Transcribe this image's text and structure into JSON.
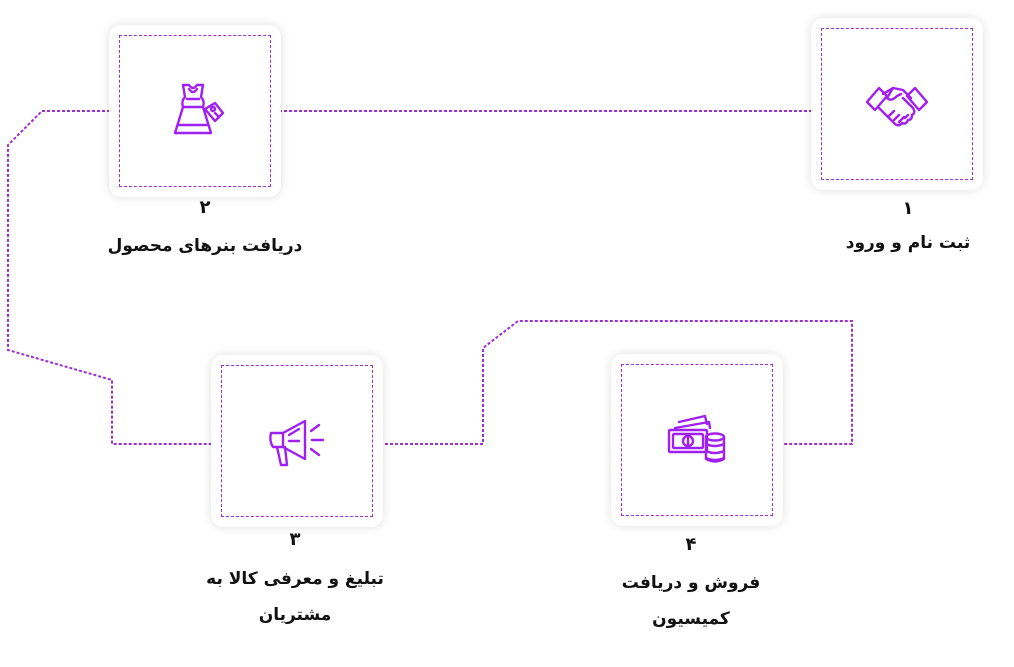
{
  "accent_color": "#a020f0",
  "steps": [
    {
      "number": "۱",
      "label": "ثبت نام و ورود",
      "icon": "handshake-icon"
    },
    {
      "number": "۲",
      "label": "دریافت بنرهای محصول",
      "icon": "dress-tag-icon"
    },
    {
      "number": "۳",
      "label": "تبلیغ و معرفی کالا به مشتریان",
      "icon": "megaphone-icon"
    },
    {
      "number": "۴",
      "label": "فروش و دریافت کمیسیون",
      "icon": "money-coins-icon"
    }
  ]
}
